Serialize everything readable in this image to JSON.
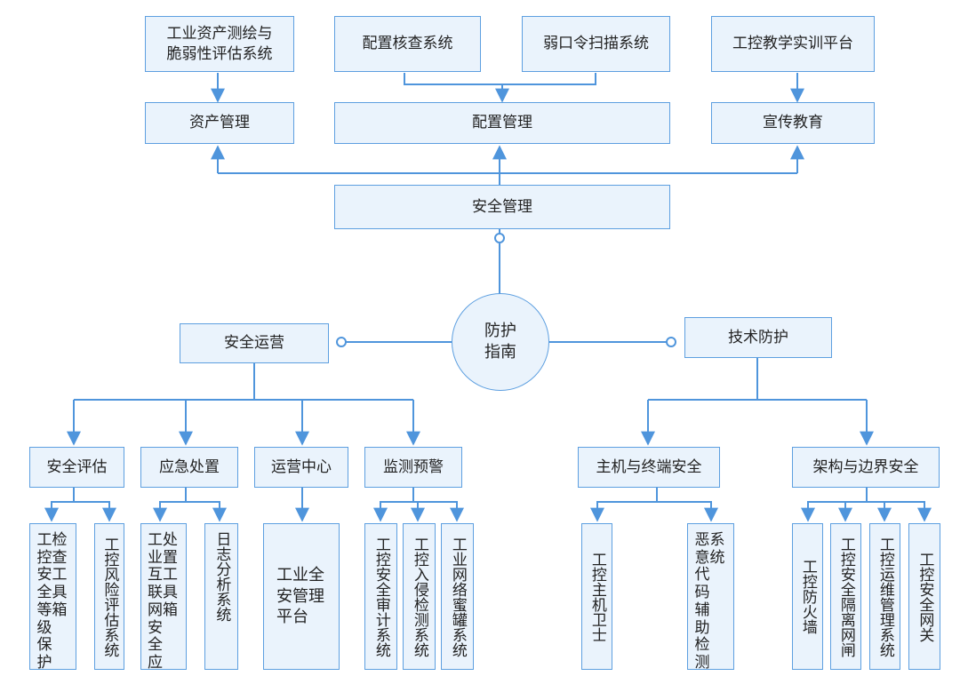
{
  "diagram": {
    "center": {
      "line1": "防护",
      "line2": "指南"
    },
    "top": {
      "asset_survey": {
        "line1": "工业资产测绘与",
        "line2": "脆弱性评估系统"
      },
      "config_check": "配置核查系统",
      "weak_password": "弱口令扫描系统",
      "training": "工控教学实训平台",
      "asset_mgmt": "资产管理",
      "config_mgmt": "配置管理",
      "education": "宣传教育",
      "security_mgmt": "安全管理"
    },
    "left": {
      "ops": "安全运营",
      "assessment": "安全评估",
      "emergency": "应急处置",
      "ops_center": "运营中心",
      "monitoring": "监测预警",
      "leaves": {
        "grade_toolbox": {
          "col1": "工检",
          "col2": "控查",
          "col3": "安工",
          "col4": "全具",
          "col5": "等箱",
          "col6": "级",
          "col7": "保",
          "col8": "护"
        },
        "risk_system": "工控风险评估系统",
        "emergency_toolbox": {
          "col1": "工处",
          "col2": "业置",
          "col3": "互工",
          "col4": "联具",
          "col5": "网箱",
          "col6": "安",
          "col7": "全",
          "col8": "应"
        },
        "log_system": "日志分析系统",
        "platform": {
          "col1": "工业全",
          "col2": "安管理",
          "col3": "平台"
        },
        "audit": "工控安全审计系统",
        "intrusion": "工控入侵检测系统",
        "honeypot": "工业网络蜜罐系统"
      }
    },
    "right": {
      "tech": "技术防护",
      "host_security": "主机与终端安全",
      "arch_security": "架构与边界安全",
      "leaves": {
        "host_guard": "工控主机卫士",
        "malware": {
          "col1": "恶系",
          "col2": "意统",
          "col3": "代",
          "col4": "码",
          "col5": "辅",
          "col6": "助",
          "col7": "检",
          "col8": "测"
        },
        "firewall": "工控防火墙",
        "isolation": "工控安全隔离网闸",
        "ops_mgmt": "工控运维管理系统",
        "gateway": "工控安全网关"
      }
    }
  },
  "colors": {
    "node_fill": "#eaf3fc",
    "node_border": "#5d9fe0",
    "connector": "#4f95dc",
    "text": "#222222"
  }
}
